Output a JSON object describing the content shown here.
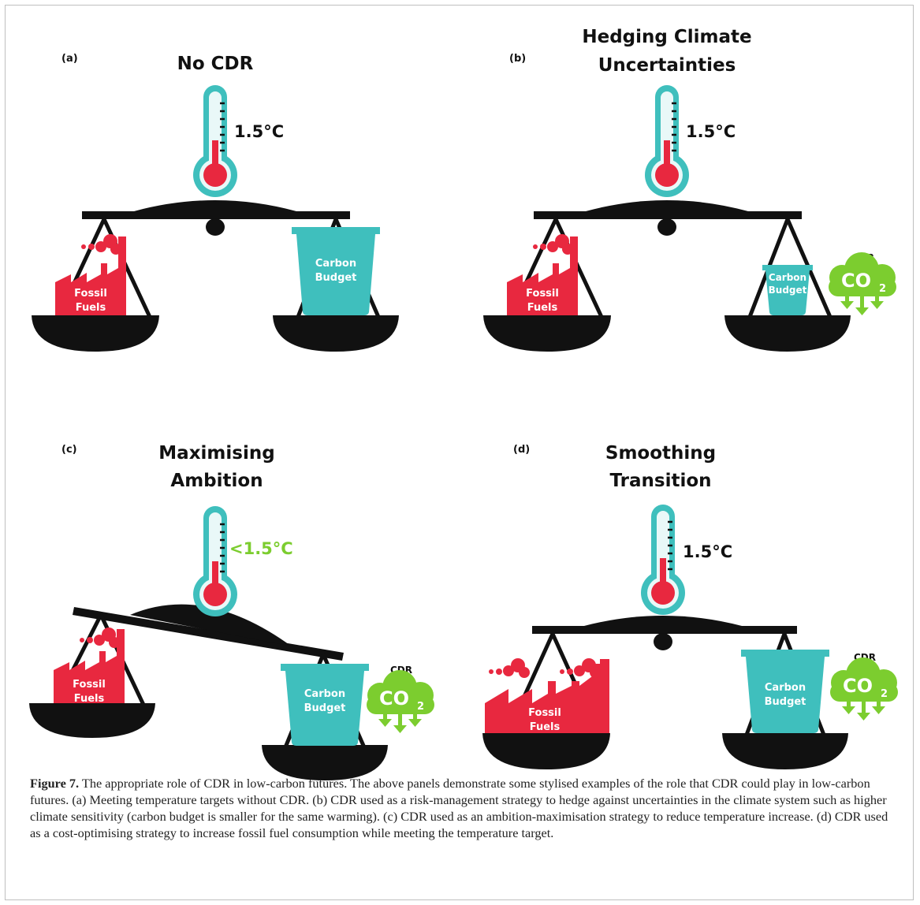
{
  "colors": {
    "black": "#111111",
    "red": "#e8283f",
    "teal": "#3fbfbd",
    "green": "#7ccd2f",
    "thermo_outline": "#3fbfbd",
    "thermo_glass": "#e9f8f8"
  },
  "panels": [
    {
      "letter": "(a)",
      "title_lines": [
        "No CDR"
      ],
      "temperature": "1.5°C",
      "left_weight": [
        "Fossil",
        "Fuels"
      ],
      "right_weight": [
        "Carbon",
        "Budget"
      ],
      "cdr_label": "",
      "co2": "",
      "co2_sub": ""
    },
    {
      "letter": "(b)",
      "title_lines": [
        "Hedging Climate",
        "Uncertainties"
      ],
      "temperature": "1.5°C",
      "left_weight": [
        "Fossil",
        "Fuels"
      ],
      "right_weight": [
        "Carbon",
        "Budget"
      ],
      "cdr_label": "CDR",
      "co2": "CO",
      "co2_sub": "2"
    },
    {
      "letter": "(c)",
      "title_lines": [
        "Maximising",
        "Ambition"
      ],
      "temperature": "<1.5°C",
      "left_weight": [
        "Fossil",
        "Fuels"
      ],
      "right_weight": [
        "Carbon",
        "Budget"
      ],
      "cdr_label": "CDR",
      "co2": "CO",
      "co2_sub": "2"
    },
    {
      "letter": "(d)",
      "title_lines": [
        "Smoothing",
        "Transition"
      ],
      "temperature": "1.5°C",
      "left_weight": [
        "Fossil",
        "Fuels"
      ],
      "right_weight": [
        "Carbon",
        "Budget"
      ],
      "cdr_label": "CDR",
      "co2": "CO",
      "co2_sub": "2"
    }
  ],
  "caption": {
    "label": "Figure 7.",
    "text": " The appropriate role of CDR in low-carbon futures. The above panels demonstrate some stylised examples of the role that CDR could play in low-carbon futures. (a) Meeting temperature targets without CDR. (b) CDR used as a risk-management strategy to hedge against uncertainties in the climate system such as higher climate sensitivity (carbon budget is smaller for the same warming). (c) CDR used as an ambition-maximisation strategy to reduce temperature increase. (d) CDR used as a cost-optimising strategy to increase fossil fuel consumption while meeting the temperature target."
  }
}
